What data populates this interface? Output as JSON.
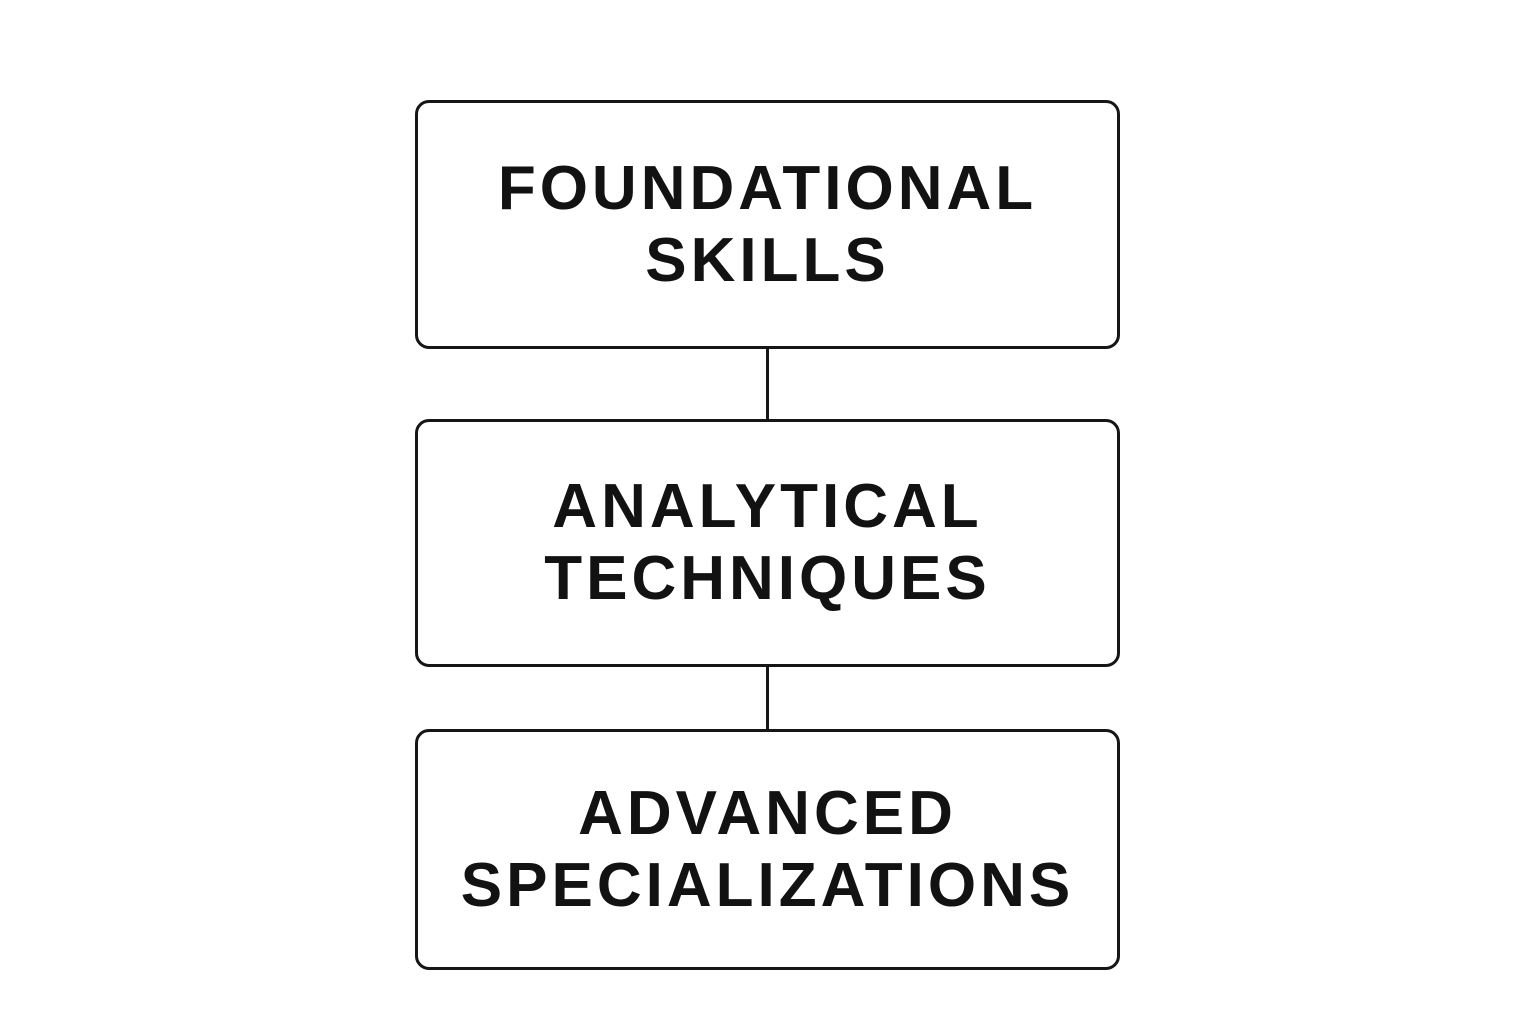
{
  "nodes": [
    {
      "lines": [
        "FOUNDATIONAL",
        "SKILLS"
      ]
    },
    {
      "lines": [
        "ANALYTICAL",
        "TECHNIQUES"
      ]
    },
    {
      "lines": [
        "ADVANCED",
        "SPECIALIZATIONS"
      ]
    }
  ],
  "colors": {
    "background": "#ffffff",
    "stroke": "#161616",
    "text": "#121212"
  }
}
